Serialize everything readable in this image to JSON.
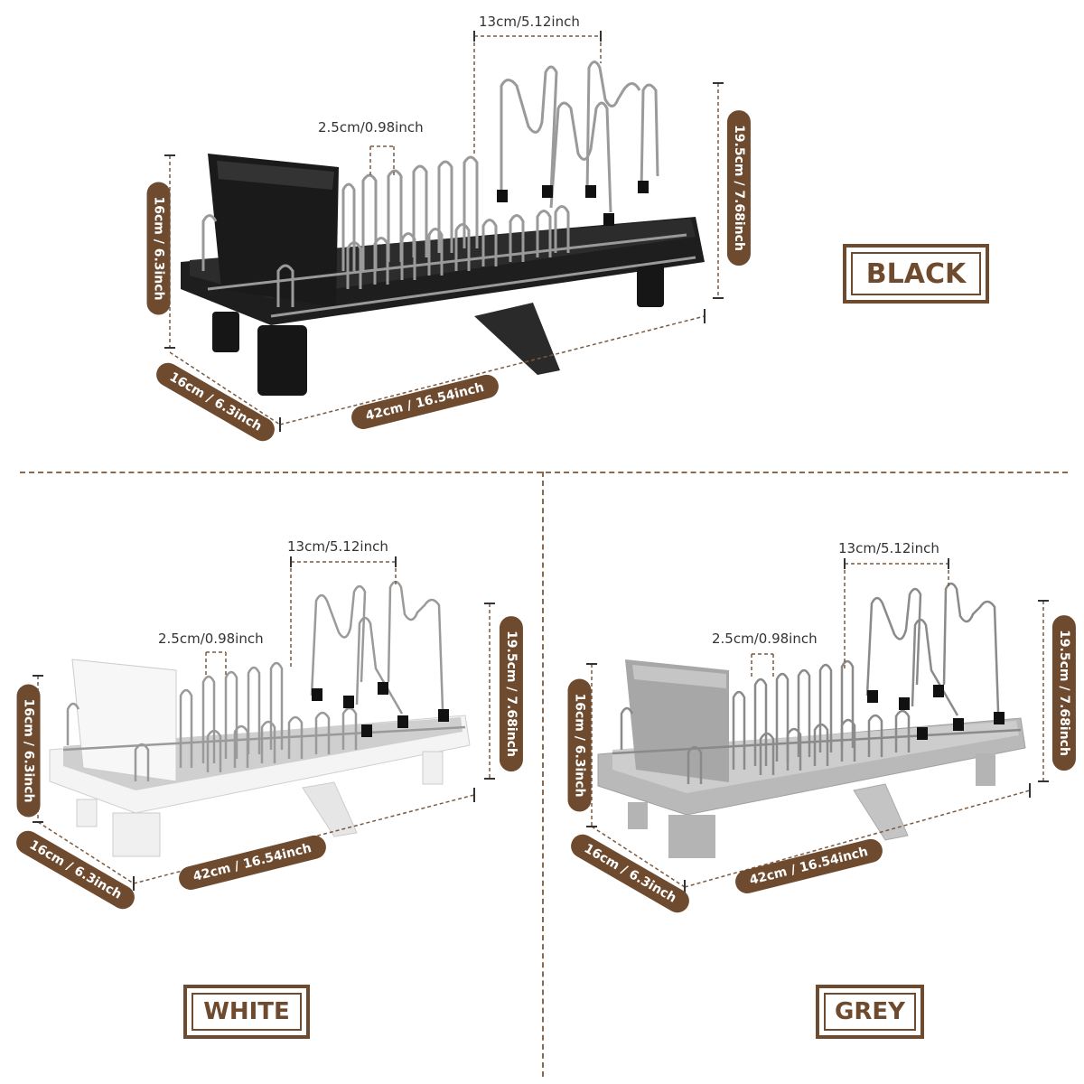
{
  "colors": {
    "brown": "#6e4a2e",
    "black_body": "#1e1e1e",
    "white_body": "#f4f4f4",
    "grey_body": "#b9b9b9",
    "wire": "#9a9a9a"
  },
  "black": {
    "label": "BLACK",
    "width_top": "13cm/5.12inch",
    "gap": "2.5cm/0.98inch",
    "height_right": "19.5cm / 7.68inch",
    "height_left": "16cm / 6.3inch",
    "depth": "16cm / 6.3inch",
    "length": "42cm / 16.54inch"
  },
  "white": {
    "label": "WHITE",
    "width_top": "13cm/5.12inch",
    "gap": "2.5cm/0.98inch",
    "height_right": "19.5cm / 7.68inch",
    "height_left": "16cm / 6.3inch",
    "depth": "16cm / 6.3inch",
    "length": "42cm / 16.54inch"
  },
  "grey": {
    "label": "GREY",
    "width_top": "13cm/5.12inch",
    "gap": "2.5cm/0.98inch",
    "height_right": "19.5cm / 7.68inch",
    "height_left": "16cm / 6.3inch",
    "depth": "16cm / 6.3inch",
    "length": "42cm / 16.54inch"
  }
}
